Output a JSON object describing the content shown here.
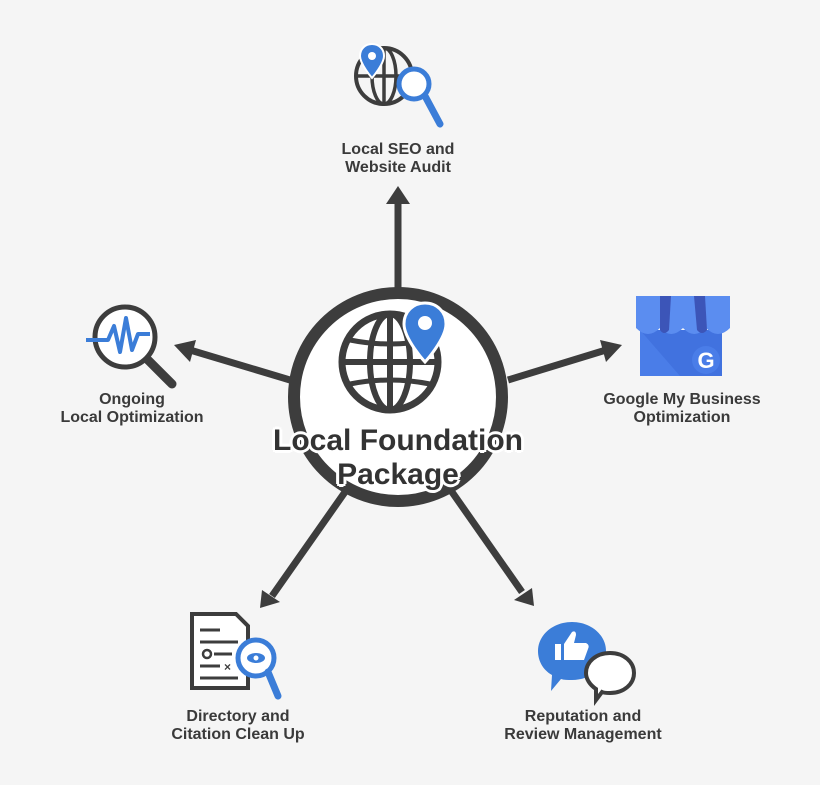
{
  "center": {
    "title_line1": "Local Foundation",
    "title_line2": "Package"
  },
  "nodes": [
    {
      "id": "seo",
      "line1": "Local SEO and",
      "line2": "Website Audit",
      "icon": "globe-search-icon"
    },
    {
      "id": "gmb",
      "line1": "Google My Business",
      "line2": "Optimization",
      "icon": "google-my-business-icon",
      "glyph": "G"
    },
    {
      "id": "reputation",
      "line1": "Reputation and",
      "line2": "Review Management",
      "icon": "chat-thumbs-up-icon"
    },
    {
      "id": "directory",
      "line1": "Directory and",
      "line2": "Citation Clean Up",
      "icon": "document-search-icon"
    },
    {
      "id": "ongoing",
      "line1": "Ongoing",
      "line2": "Local Optimization",
      "icon": "pulse-search-icon"
    }
  ],
  "colors": {
    "background": "#f5f5f5",
    "dark": "#3d3d3d",
    "accent_blue": "#3b7dd8",
    "gmb_blue_light": "#5b8df0",
    "gmb_blue_dark": "#3c55b8"
  }
}
